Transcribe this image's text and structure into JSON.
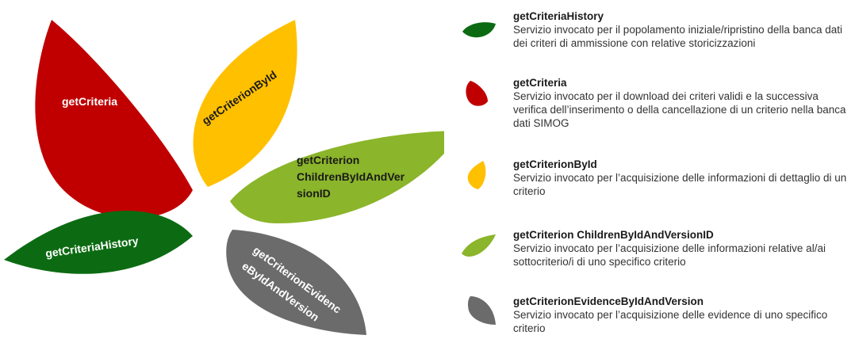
{
  "colors": {
    "red": "#c00000",
    "yellow": "#ffc000",
    "green_light": "#8bb52a",
    "green_dark": "#0c6b12",
    "gray": "#6b6b6b"
  },
  "petals": {
    "getCriteria": "getCriteria",
    "getCriterionById": "getCriterionById",
    "getCriterionChildren_line1": "getCriterion",
    "getCriterionChildren_line2": "ChildrenByIdAndVer",
    "getCriterionChildren_line3": "sionID",
    "getCriteriaHistory": "getCriteriaHistory",
    "getCriterionEvidence_line1": "getCriterionEvidenc",
    "getCriterionEvidence_line2": "eByIdAndVersion"
  },
  "legend": [
    {
      "color": "green_dark",
      "title": "getCriteriaHistory",
      "desc": "Servizio invocato per il popolamento iniziale/ripristino della banca dati dei criteri di ammissione con relative storicizzazioni"
    },
    {
      "color": "red",
      "title": "getCriteria",
      "desc": "Servizio invocato per il download dei criteri validi e la successiva verifica dell’inserimento o della cancellazione di un criterio nella banca dati SIMOG"
    },
    {
      "color": "yellow",
      "title": "getCriterionById",
      "desc": "Servizio invocato per l’acquisizione delle informazioni di dettaglio di un criterio"
    },
    {
      "color": "green_light",
      "title": "getCriterion ChildrenByIdAndVersionID",
      "desc": "Servizio invocato per l’acquisizione delle informazioni relative al/ai sottocriterio/i di uno specifico criterio"
    },
    {
      "color": "gray",
      "title": "getCriterionEvidenceByIdAndVersion",
      "desc": "Servizio invocato per l’acquisizione delle evidence di uno specifico criterio"
    }
  ]
}
